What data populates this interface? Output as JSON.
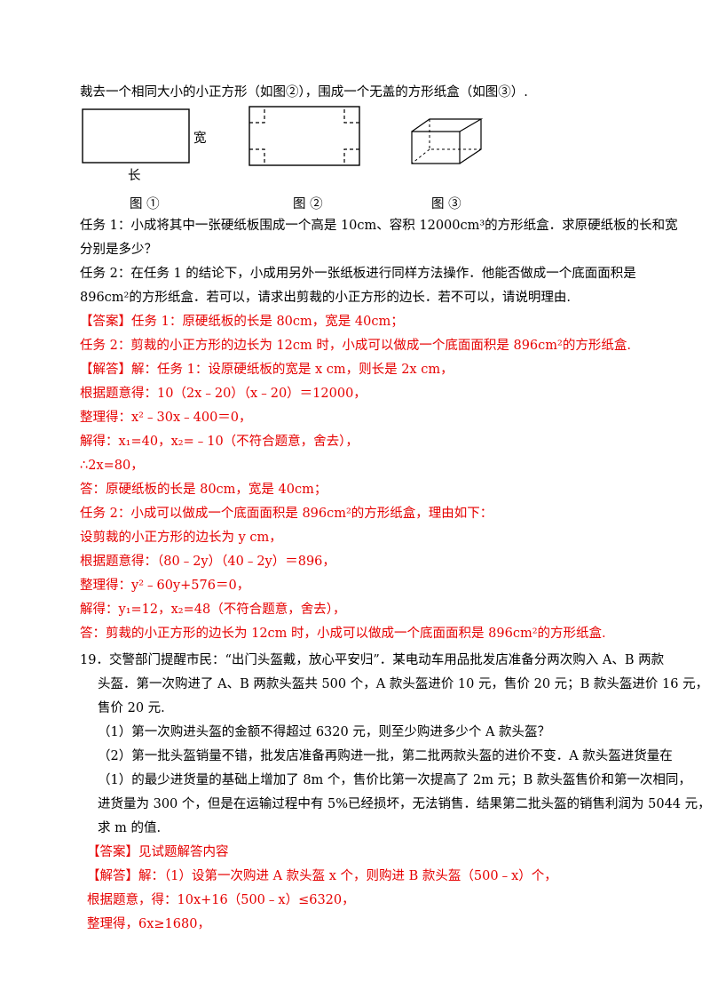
{
  "colors": {
    "text": "#000000",
    "answer": "#e60000"
  },
  "lines": [
    "裁去一个相同大小的小正方形（如图②），围成一个无盖的方形纸盒（如图③）."
  ],
  "figures": {
    "fig1": {
      "width_label": "宽",
      "length_label": "长",
      "caption": "图 ①"
    },
    "fig2": {
      "caption": "图 ②"
    },
    "fig3": {
      "caption": "图 ③"
    }
  },
  "task_lines": [
    "任务 1：小成将其中一张硬纸板围成一个高是 10cm、容积 12000cm³的方形纸盒．求原硬纸板的长和宽",
    "分别是多少？",
    "任务 2：在任务 1 的结论下，小成用另外一张纸板进行同样方法操作．他能否做成一个底面面积是",
    "896cm²的方形纸盒．若可以，请求出剪裁的小正方形的边长．若不可以，请说明理由."
  ],
  "answer_lines": [
    "【答案】任务 1：原硬纸板的长是 80cm，宽是 40cm；",
    "任务 2：剪裁的小正方形的边长为 12cm 时，小成可以做成一个底面面积是 896cm²的方形纸盒.",
    "【解答】解：任务 1：设原硬纸板的宽是 x cm，则长是 2x cm，",
    "根据题意得：10（2x﹣20）（x﹣20）＝12000，",
    "整理得：x²﹣30x﹣400＝0，",
    "解得：x₁=40，x₂=﹣10（不符合题意，舍去），",
    "∴2x=80，",
    "答：原硬纸板的长是 80cm，宽是 40cm；",
    "任务 2：小成可以做成一个底面面积是 896cm²的方形纸盒，理由如下：",
    "设剪裁的小正方形的边长为 y cm，",
    "根据题意得：（80﹣2y）（40﹣2y）＝896，",
    "整理得：y²﹣60y+576＝0，",
    "解得：y₁=12，x₂=48（不符合题意，舍去），",
    "答：剪裁的小正方形的边长为 12cm 时，小成可以做成一个底面面积是 896cm²的方形纸盒."
  ],
  "q19_lines": [
    "19．交警部门提醒市民：“出门头盔戴，放心平安归”．某电动车用品批发店准备分两次购入 A、B 两款",
    "头盔．第一次购进了 A、B 两款头盔共 500 个，A 款头盔进价 10 元，售价 20 元；B 款头盔进价 16 元，",
    "售价 20 元.",
    "（1）第一次购进头盔的金额不得超过 6320 元，则至少购进多少个 A 款头盔？",
    "（2）第一批头盔销量不错，批发店准备再购进一批，第二批两款头盔的进价不变．A 款头盔进货量在",
    "（1）的最少进货量的基础上增加了 8m 个，售价比第一次提高了 2m 元；B 款头盔售价和第一次相同，",
    "进货量为 300 个，但是在运输过程中有 5%已经损坏，无法销售．结果第二批头盔的销售利润为 5044 元，",
    "求 m 的值."
  ],
  "q19_answer_lines": [
    "【答案】见试题解答内容",
    "【解答】解：（1）设第一次购进 A 款头盔 x 个，则购进 B 款头盔（500﹣x）个，",
    "根据题意，得：10x+16（500﹣x）≤6320，",
    "整理得，6x≥1680，"
  ]
}
